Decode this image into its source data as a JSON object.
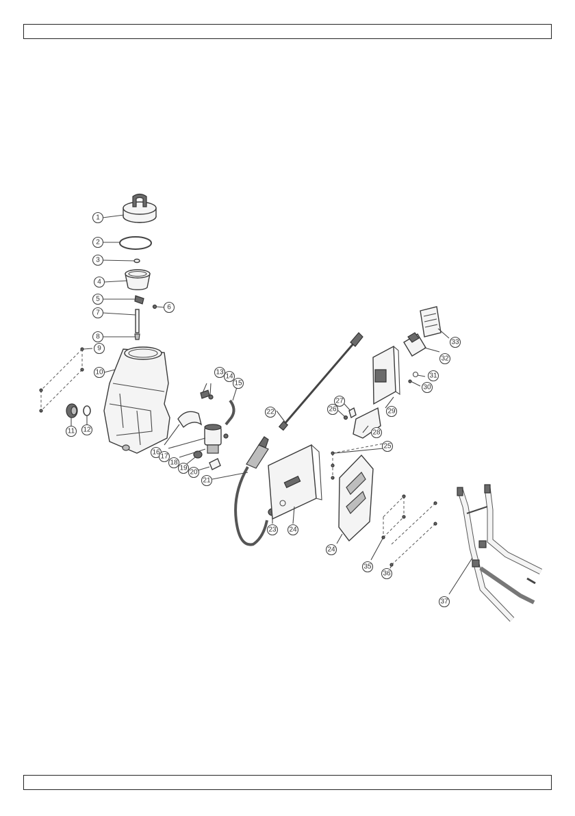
{
  "header_bar": {
    "text": ""
  },
  "footer_bar": {
    "text": ""
  },
  "callouts": [
    {
      "n": "1"
    },
    {
      "n": "2"
    },
    {
      "n": "3"
    },
    {
      "n": "4"
    },
    {
      "n": "5"
    },
    {
      "n": "6"
    },
    {
      "n": "7"
    },
    {
      "n": "8"
    },
    {
      "n": "9"
    },
    {
      "n": "10"
    },
    {
      "n": "11"
    },
    {
      "n": "12"
    },
    {
      "n": "13"
    },
    {
      "n": "14"
    },
    {
      "n": "15"
    },
    {
      "n": "16"
    },
    {
      "n": "17"
    },
    {
      "n": "18"
    },
    {
      "n": "19"
    },
    {
      "n": "20"
    },
    {
      "n": "21"
    },
    {
      "n": "22"
    },
    {
      "n": "23"
    },
    {
      "n": "24"
    },
    {
      "n": "24"
    },
    {
      "n": "25"
    },
    {
      "n": "26"
    },
    {
      "n": "27"
    },
    {
      "n": "28"
    },
    {
      "n": "29"
    },
    {
      "n": "30"
    },
    {
      "n": "31"
    },
    {
      "n": "32"
    },
    {
      "n": "33"
    },
    {
      "n": "35"
    },
    {
      "n": "36"
    },
    {
      "n": "37"
    }
  ]
}
